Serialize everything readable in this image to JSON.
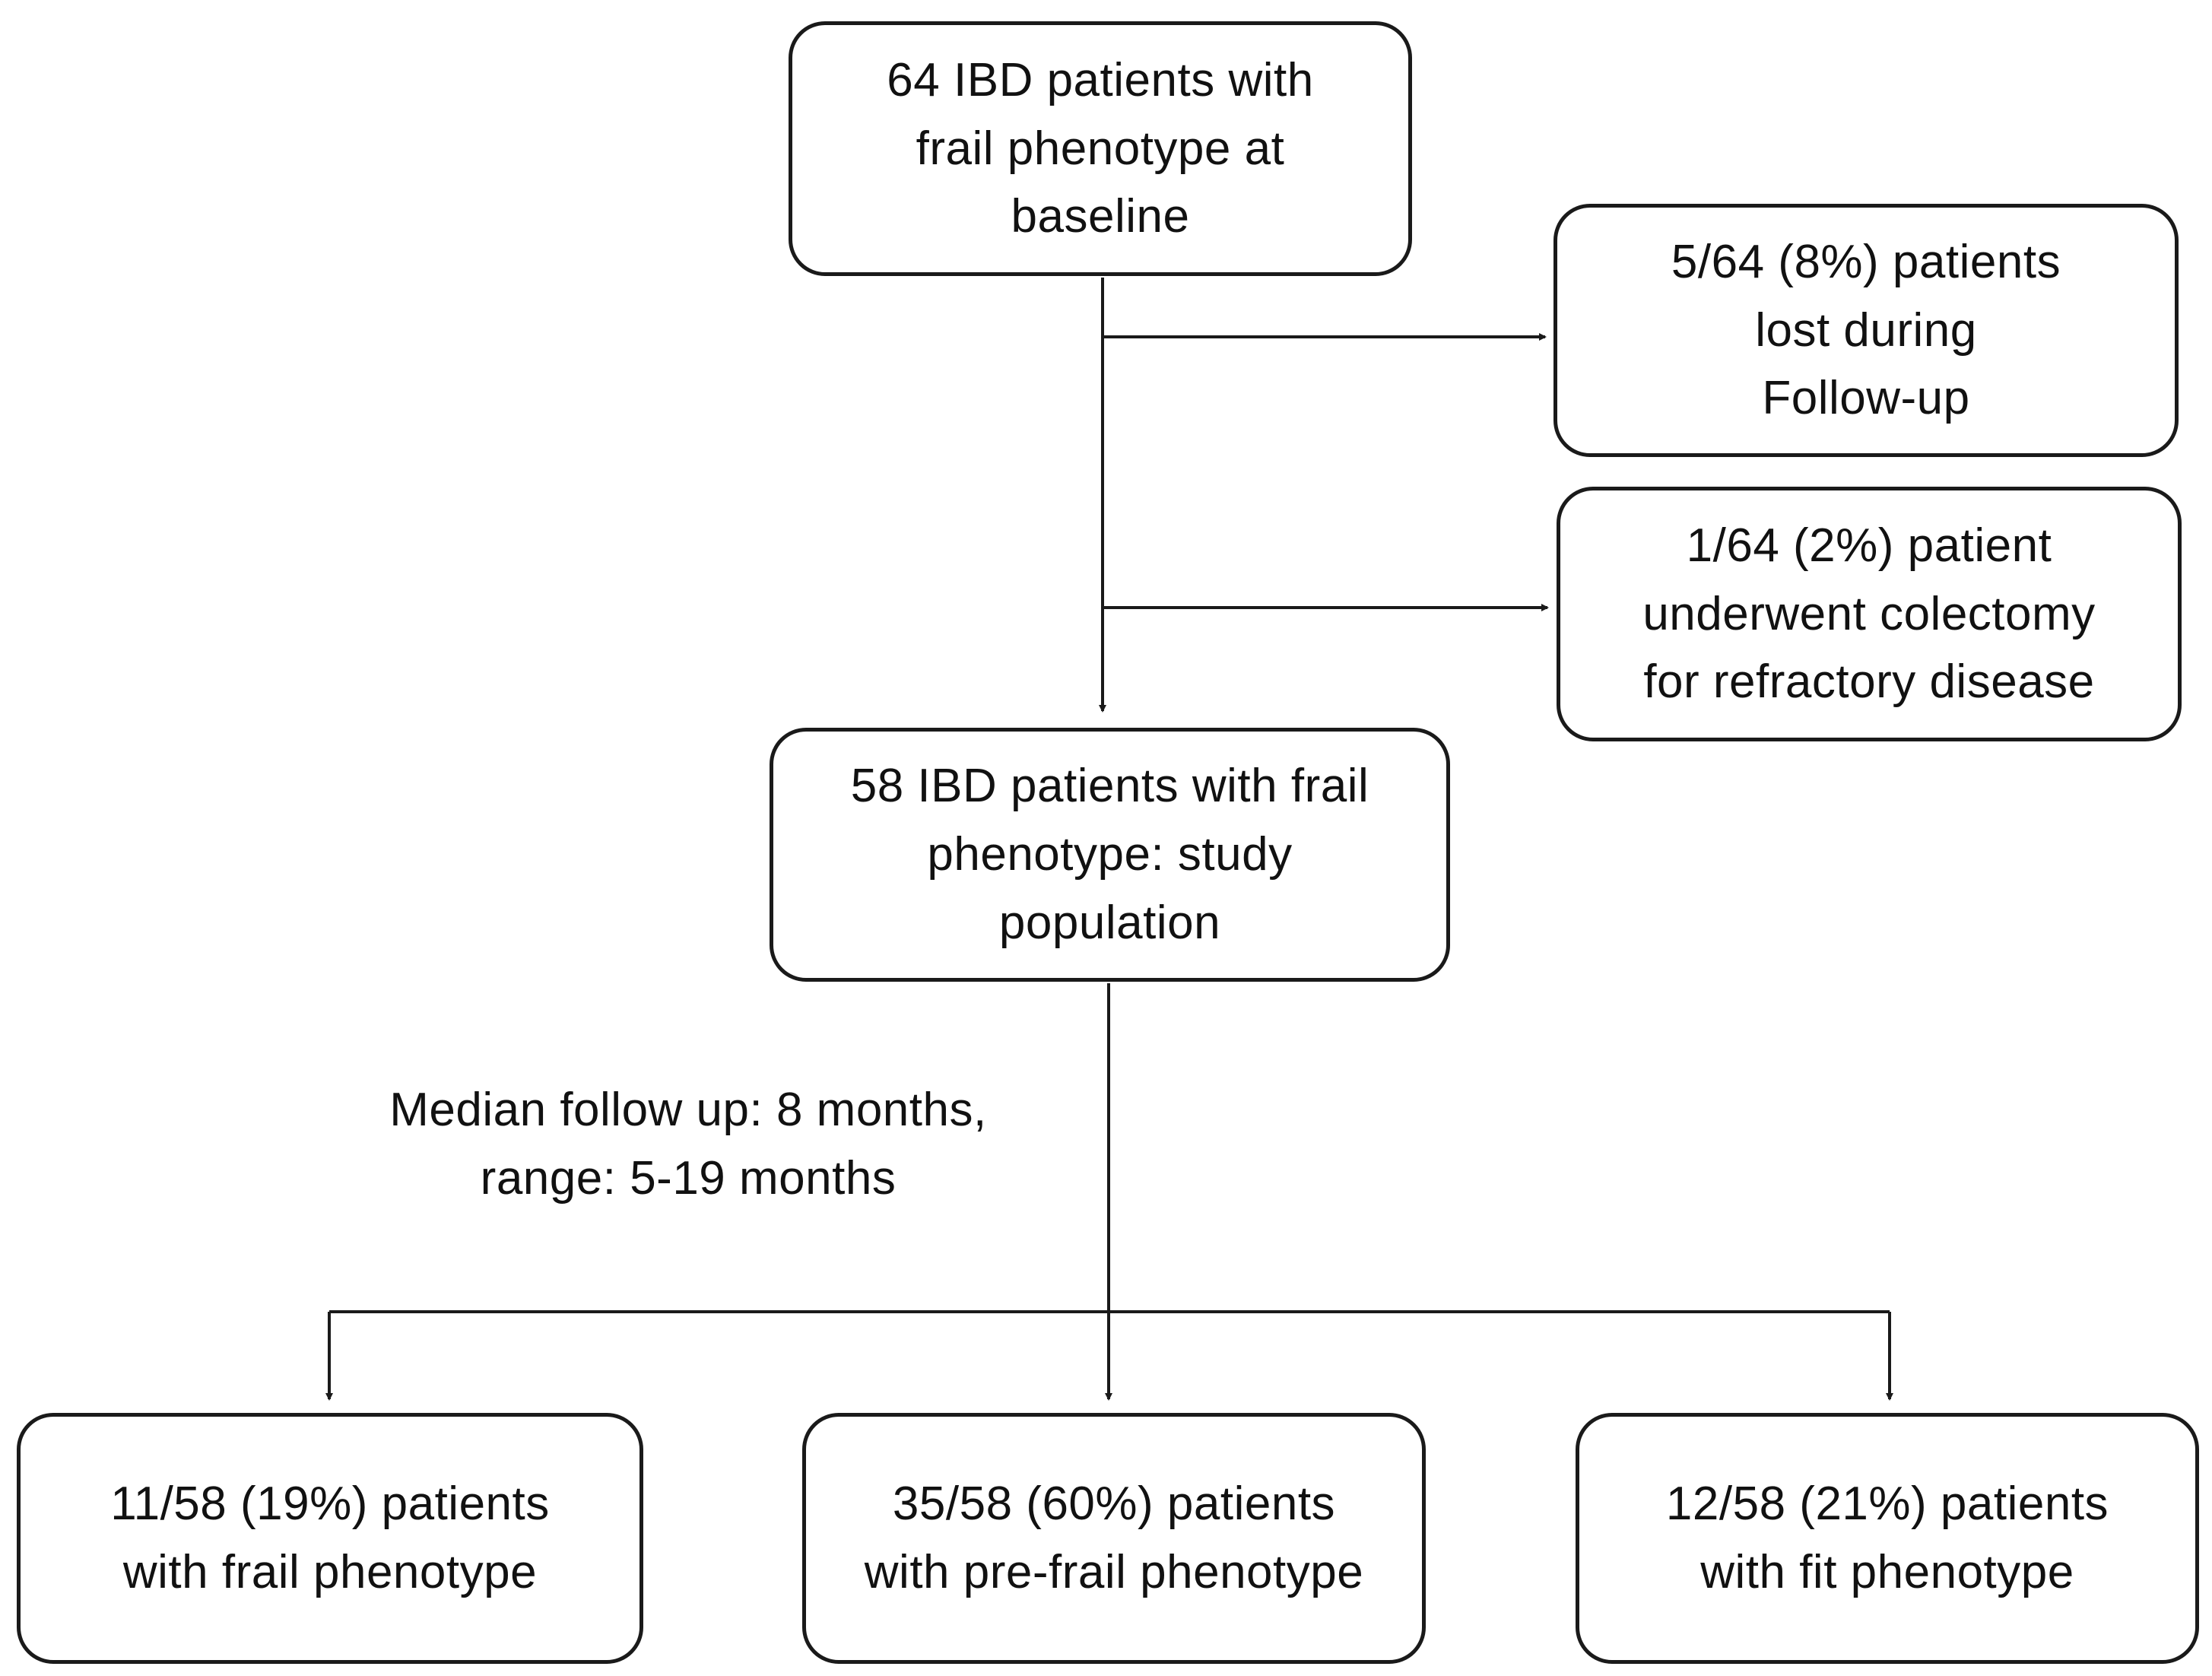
{
  "nodes": {
    "baseline": {
      "lines": [
        "64 IBD patients with",
        "frail phenotype at",
        "baseline"
      ]
    },
    "lost_followup": {
      "lines": [
        "5/64 (8%) patients",
        "lost during",
        "Follow-up"
      ]
    },
    "colectomy": {
      "lines": [
        "1/64 (2%) patient",
        "underwent colectomy",
        "for refractory disease"
      ]
    },
    "study_population": {
      "lines": [
        "58 IBD patients with frail",
        "phenotype: study",
        "population"
      ]
    },
    "frail": {
      "lines": [
        "11/58 (19%) patients",
        "with frail phenotype"
      ]
    },
    "pre_frail": {
      "lines": [
        "35/58 (60%) patients",
        "with pre-frail phenotype"
      ]
    },
    "fit": {
      "lines": [
        "12/58 (21%) patients",
        "with fit phenotype"
      ]
    }
  },
  "follow_up_note": {
    "lines": [
      "Median follow up: 8 months,",
      "range: 5-19 months"
    ]
  },
  "colors": {
    "line": "#1a1a1a",
    "box_border": "#1a1a1a",
    "text": "#111111"
  }
}
